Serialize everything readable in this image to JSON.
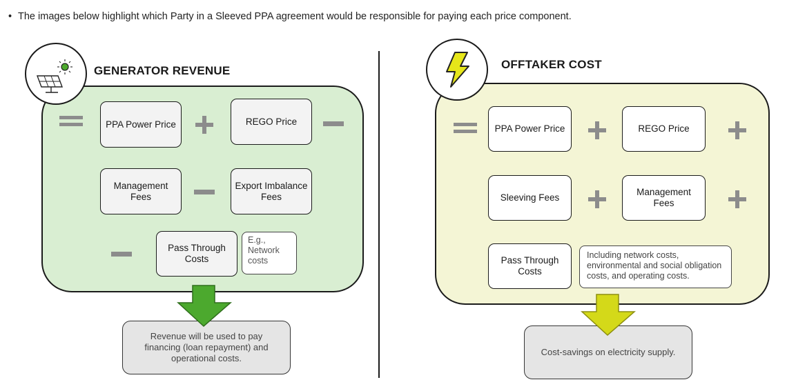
{
  "intro": {
    "bullet": "•",
    "text": "The images below highlight which Party in a Sleeved PPA agreement would be responsible for paying each price component."
  },
  "generator": {
    "title": "GENERATOR REVENUE",
    "icon": "solar-panel-icon",
    "boxes": {
      "ppa": "PPA Power Price",
      "rego": "REGO Price",
      "management": "Management Fees",
      "export": "Export Imbalance Fees",
      "pass_through": "Pass Through Costs"
    },
    "note": "E.g., Network costs",
    "result": "Revenue will be used to pay financing (loan repayment) and operational costs.",
    "fill_color": "#d9eed2",
    "arrow_color": "#4ca92e"
  },
  "offtaker": {
    "title": "OFFTAKER COST",
    "icon": "lightning-bolt-icon",
    "boxes": {
      "ppa": "PPA Power Price",
      "rego": "REGO Price",
      "sleeving": "Sleeving Fees",
      "management": "Management Fees",
      "pass_through": "Pass Through Costs"
    },
    "note": "Including network costs, environmental and social obligation costs, and operating costs.",
    "result": "Cost-savings on electricity supply.",
    "fill_color": "#f4f5d5",
    "arrow_color": "#d4d919"
  },
  "operator_color": "#8c8c8c"
}
